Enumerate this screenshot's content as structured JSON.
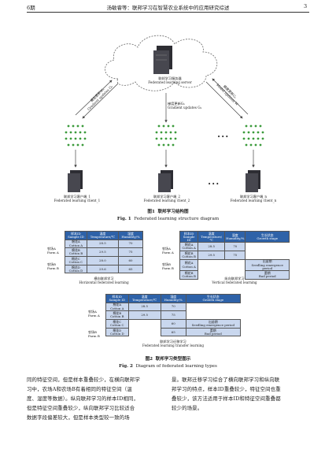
{
  "header": {
    "left": "6期",
    "center": "汤敏睿等：联邦学习在智慧农业系统中的应用研究综述",
    "page": "3"
  },
  "fig1": {
    "server_cn": "联邦学习服务器",
    "server_en": "Federated learning server",
    "model_cn": "模型更新Wₙ",
    "model_en": "Model updates W",
    "gradient_cn": "梯度更新Gₙ",
    "gradient_en": "Gradient updates Gₙ",
    "clients": [
      {
        "cn": "联邦学习客户端_1",
        "en": "Federated learning client_1"
      },
      {
        "cn": "联邦学习客户端_2",
        "en": "Federated learning client_2"
      },
      {
        "cn": "联邦学习客户端_n",
        "en": "Federated learning client_n"
      }
    ],
    "ellipsis": "•••",
    "caption_cn_num": "图1",
    "caption_cn": "联邦学习结构图",
    "caption_en_num": "Fig. 1",
    "caption_en": "Federated learning structure diagram"
  },
  "fig2": {
    "headers": {
      "sample_cn": "样本ID",
      "sample_en": "Sample ID",
      "temp_cn": "温度",
      "temp_en": "Temperature/℃",
      "hum_cn": "湿度",
      "hum_en": "Humidity/%",
      "stage_cn": "生长状态",
      "stage_en": "Growth stage"
    },
    "farm_a": "农场A\nFarm A",
    "farm_b": "农场B\nFarm B",
    "samples": [
      {
        "cn": "棉花A",
        "en": "Cotton A",
        "temp": "28.5",
        "hum": "70"
      },
      {
        "cn": "棉花B",
        "en": "Cotton B",
        "temp": "29.5",
        "hum": "75"
      },
      {
        "cn": "棉花C",
        "en": "Cotton C",
        "temp": "28.0",
        "hum": "60"
      },
      {
        "cn": "棉花D",
        "en": "Cotton D",
        "temp": "29.6",
        "hum": "65"
      }
    ],
    "stages": [
      {
        "cn": "出苗期",
        "en": "Seedling emergence period"
      },
      {
        "cn": "蕾期",
        "en": "Bud period"
      }
    ],
    "h_label_cn": "横向联邦学习",
    "h_label_en": "Horizontal federated learning",
    "v_label_cn": "纵向联邦学习",
    "v_label_en": "Vertical federated learning",
    "t_label_cn": "联邦学习迁移学习",
    "t_label_en": "Federated learning transfer learning",
    "caption_cn_num": "图2",
    "caption_cn": "联邦学习类型图示",
    "caption_en_num": "Fig. 2",
    "caption_en": "Diagram of federated learning types"
  },
  "body": {
    "left": [
      "同的特征空间，但是样本重叠较少，在横向联邦学",
      "习中，农场A和农场B有着相同的特征空间（温",
      "度、湿度等数据）。纵向联邦学习的样本ID相同，",
      "但是特征空间重叠较少，纵向联邦学习比较适合",
      "数据字段偏差较大，但是样本类型较一致的场"
    ],
    "right": [
      "景。联邦迁移学习综合了横向联邦学习和纵向联",
      "邦学习的特点，样本ID重叠较少，特征空间也重",
      "叠较少，该方法适用于样本ID和特征空间重叠都",
      "较少的场景。"
    ]
  },
  "colors": {
    "header_blue": "#2e62a8",
    "row_blue": "#c9d7ee",
    "node_green": "#3b9a3b"
  }
}
